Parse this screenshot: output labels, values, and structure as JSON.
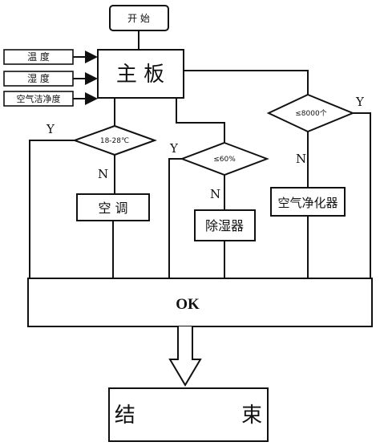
{
  "start": "开    始",
  "end": "结                束",
  "mainboard": "主  板",
  "inputs": {
    "temperature": "温        度",
    "humidity": "湿        度",
    "air_quality": "空气洁净度"
  },
  "decisions": {
    "temp_condition": "18-28℃",
    "humidity_condition": "≤60%",
    "air_condition": "≤8000个"
  },
  "devices": {
    "ac": "空      调",
    "dehumidifier": "除湿器",
    "purifier": "空气净化器"
  },
  "ok": "OK",
  "yes_label": "Y",
  "no_label": "N"
}
